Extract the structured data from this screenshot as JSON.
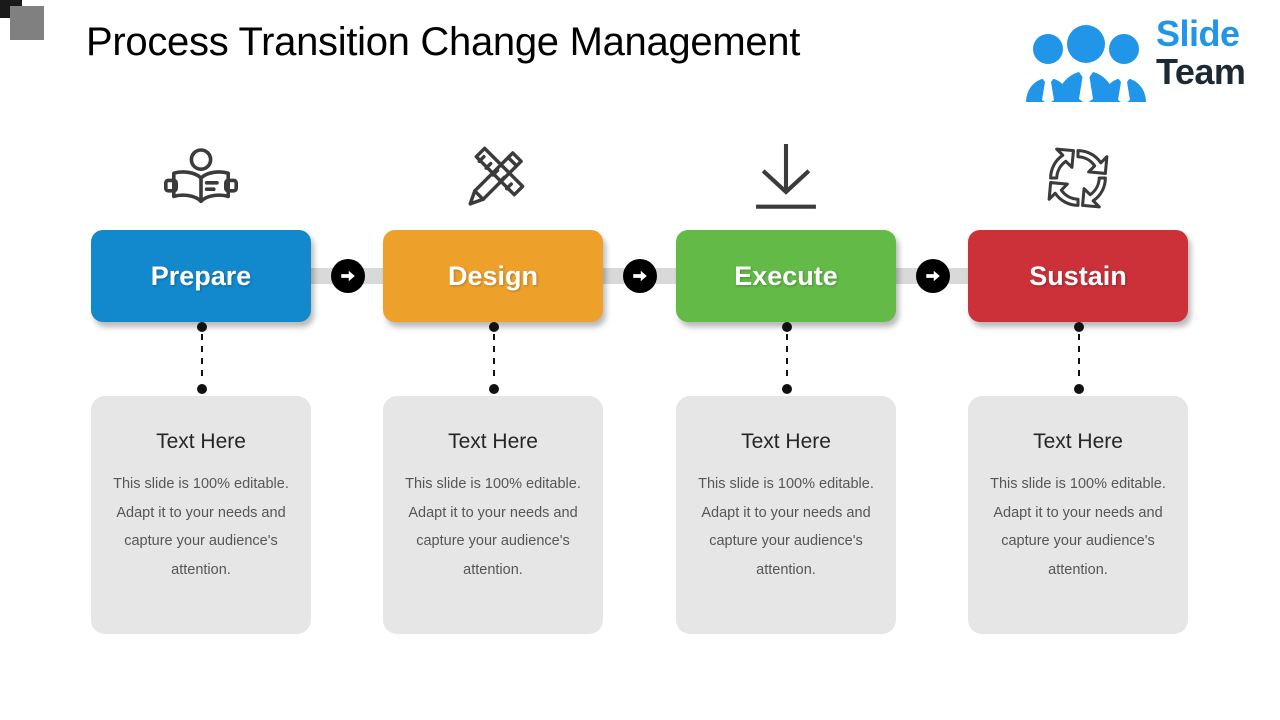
{
  "header": {
    "title": "Process Transition Change Management",
    "logo": {
      "mark_name": "slideteam-people-logo",
      "word_top": "Slide",
      "word_bottom": "Team",
      "brand_blue": "#2196e8",
      "brand_dark": "#1d2a33"
    }
  },
  "decor": {
    "corner_dark_color": "#1a1a1a",
    "corner_gray_color": "#808080"
  },
  "rail_color": "#d9d9d9",
  "card_bg": "#e6e6e6",
  "steps": [
    {
      "label": "Prepare",
      "color": "#1288cd",
      "icon": "person-reading-book-icon",
      "desc_title": "Text Here",
      "desc_body": "This slide is 100% editable. Adapt it to your needs and capture your audience's attention."
    },
    {
      "label": "Design",
      "color": "#eda12b",
      "icon": "pencil-ruler-icon",
      "desc_title": "Text Here",
      "desc_body": "This slide is 100% editable. Adapt it to your needs and capture your audience's attention."
    },
    {
      "label": "Execute",
      "color": "#63ba47",
      "icon": "download-arrow-icon",
      "desc_title": "Text Here",
      "desc_body": "This slide is 100% editable. Adapt it to your needs and capture your audience's attention."
    },
    {
      "label": "Sustain",
      "color": "#cc3038",
      "icon": "circular-arrows-recycle-icon",
      "desc_title": "Text Here",
      "desc_body": "This slide is 100% editable. Adapt it to your needs and capture your audience's attention."
    }
  ],
  "connectors": [
    {
      "name": "arrow-connector-1"
    },
    {
      "name": "arrow-connector-2"
    },
    {
      "name": "arrow-connector-3"
    }
  ]
}
